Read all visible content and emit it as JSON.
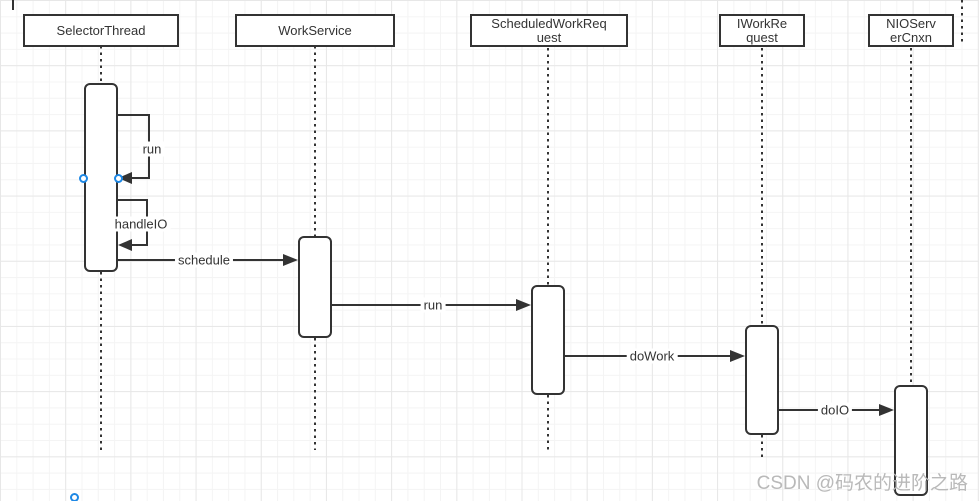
{
  "diagram": {
    "type": "uml-sequence-diagram",
    "lifelines": [
      {
        "id": "selector-thread",
        "label": "SelectorThread"
      },
      {
        "id": "work-service",
        "label": "WorkService"
      },
      {
        "id": "scheduled-work-request",
        "label": "ScheduledWorkReq\nuest"
      },
      {
        "id": "iwork-request",
        "label": "IWorkRe\nquest"
      },
      {
        "id": "nio-server-cnxn",
        "label": "NIOServ\nerCnxn"
      }
    ],
    "self_messages": [
      {
        "label": "run",
        "lifeline": "SelectorThread"
      },
      {
        "label": "handleIO",
        "lifeline": "SelectorThread"
      }
    ],
    "messages": [
      {
        "label": "schedule",
        "from": "SelectorThread",
        "to": "WorkService"
      },
      {
        "label": "run",
        "from": "WorkService",
        "to": "ScheduledWorkRequest"
      },
      {
        "label": "doWork",
        "from": "ScheduledWorkRequest",
        "to": "IWorkRequest"
      },
      {
        "label": "doIO",
        "from": "IWorkRequest",
        "to": "NIOServerCnxn"
      }
    ],
    "colors": {
      "stroke": "#333333",
      "fill": "#ffffff",
      "selection_handle": "#1e88e5",
      "grid_minor": "#f4f4f4",
      "grid_major": "#e7e7e7",
      "watermark": "#b9b9b9"
    }
  },
  "watermark": "CSDN @码农的进阶之路"
}
